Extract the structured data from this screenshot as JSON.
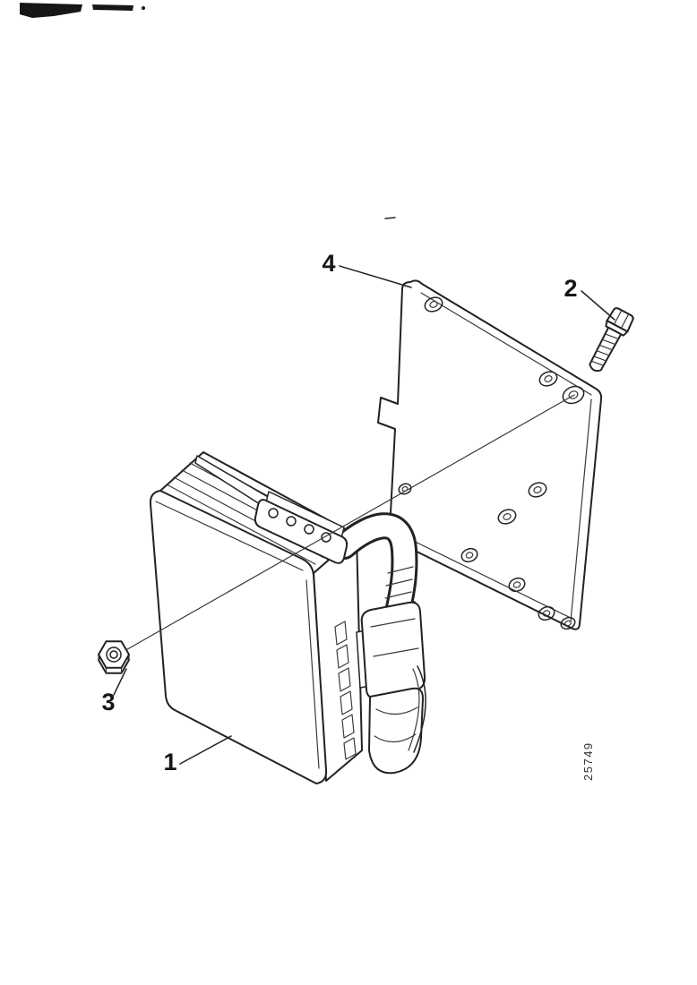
{
  "diagram": {
    "callouts": [
      {
        "label": "1"
      },
      {
        "label": "2"
      },
      {
        "label": "3"
      },
      {
        "label": "4"
      }
    ],
    "part_number": "25749",
    "colors": {
      "ink": "#222222",
      "paper": "#ffffff"
    }
  }
}
